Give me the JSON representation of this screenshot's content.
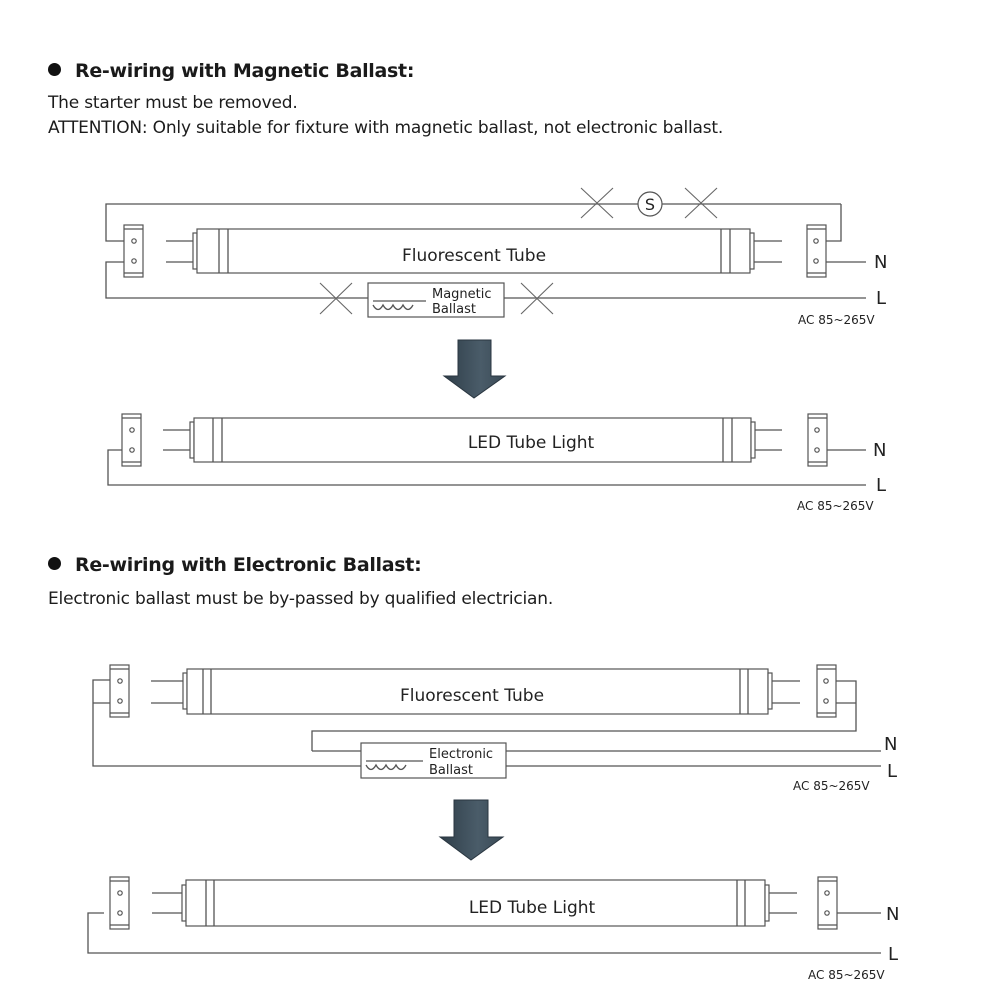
{
  "section_magnetic": {
    "heading": "Re-wiring with Magnetic Ballast:",
    "line1": "The starter must be removed.",
    "line2": "ATTENTION: Only suitable for fixture with magnetic ballast, not electronic ballast.",
    "before": {
      "tube_label": "Fluorescent Tube",
      "ballast_line1": "Magnetic",
      "ballast_line2": "Ballast",
      "starter_label": "S",
      "neutral_label": "N",
      "live_label": "L",
      "voltage_label": "AC 85~265V"
    },
    "after": {
      "tube_label": "LED Tube Light",
      "neutral_label": "N",
      "live_label": "L",
      "voltage_label": "AC 85~265V"
    }
  },
  "section_electronic": {
    "heading": "Re-wiring with Electronic Ballast:",
    "line1": "Electronic ballast must be by-passed by qualified electrician.",
    "before": {
      "tube_label": "Fluorescent Tube",
      "ballast_line1": "Electronic",
      "ballast_line2": "Ballast",
      "neutral_label": "N",
      "live_label": "L",
      "voltage_label": "AC 85~265V"
    },
    "after": {
      "tube_label": "LED Tube Light",
      "neutral_label": "N",
      "live_label": "L",
      "voltage_label": "AC 85~265V"
    }
  },
  "colors": {
    "arrow": "#3e4f5c",
    "wire": "#555555",
    "text": "#1a1a1a"
  }
}
